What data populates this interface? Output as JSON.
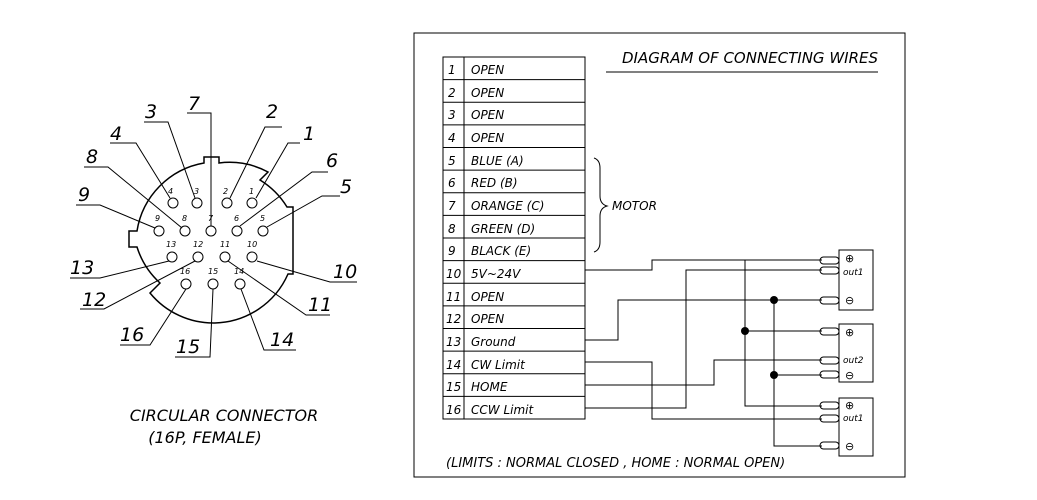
{
  "connector": {
    "caption_line1": "CIRCULAR CONNECTOR",
    "caption_line2": "(16P,  FEMALE)",
    "inner_labels": [
      "4",
      "3",
      "2",
      "1",
      "9",
      "8",
      "7",
      "6",
      "5",
      "13",
      "12",
      "11",
      "10",
      "16",
      "15",
      "14"
    ],
    "callouts": [
      "1",
      "2",
      "3",
      "4",
      "5",
      "6",
      "7",
      "8",
      "9",
      "10",
      "11",
      "12",
      "13",
      "14",
      "15",
      "16"
    ]
  },
  "diagram": {
    "title": "DIAGRAM OF CONNECTING WIRES",
    "rows": [
      {
        "pin": "1",
        "name": "OPEN"
      },
      {
        "pin": "2",
        "name": "OPEN"
      },
      {
        "pin": "3",
        "name": "OPEN"
      },
      {
        "pin": "4",
        "name": "OPEN"
      },
      {
        "pin": "5",
        "name": "BLUE (A)"
      },
      {
        "pin": "6",
        "name": "RED (B)"
      },
      {
        "pin": "7",
        "name": "ORANGE (C)"
      },
      {
        "pin": "8",
        "name": "GREEN (D)"
      },
      {
        "pin": "9",
        "name": "BLACK (E)"
      },
      {
        "pin": "10",
        "name": "5V~24V"
      },
      {
        "pin": "11",
        "name": "OPEN"
      },
      {
        "pin": "12",
        "name": "OPEN"
      },
      {
        "pin": "13",
        "name": "Ground"
      },
      {
        "pin": "14",
        "name": "CW Limit"
      },
      {
        "pin": "15",
        "name": "HOME"
      },
      {
        "pin": "16",
        "name": "CCW Limit"
      }
    ],
    "motor_label": "MOTOR",
    "modules": [
      {
        "plus": "⊕",
        "label": "out1",
        "minus": "⊖"
      },
      {
        "plus": "⊕",
        "label": "out2",
        "minus": "⊖"
      },
      {
        "plus": "⊕",
        "label": "out1",
        "minus": "⊖"
      }
    ],
    "footer": "(LIMITS : NORMAL CLOSED  ,  HOME : NORMAL OPEN)"
  }
}
